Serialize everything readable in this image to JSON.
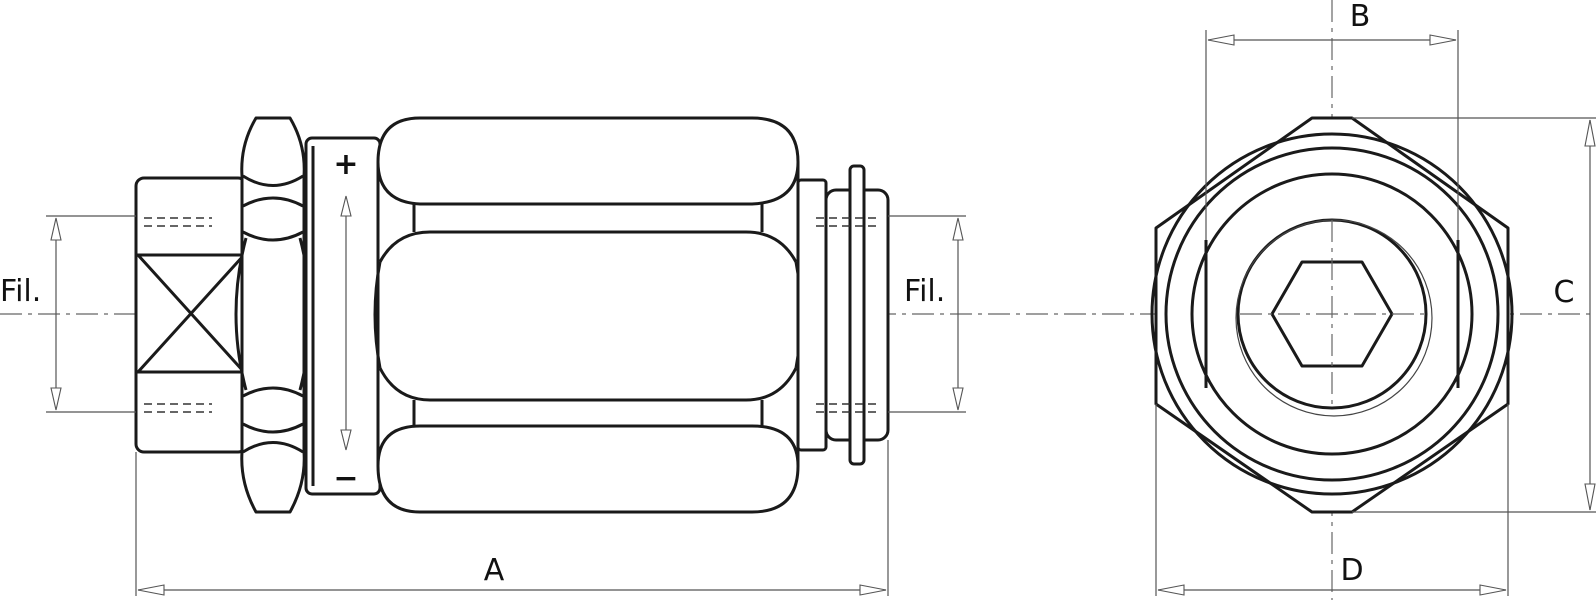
{
  "labels": {
    "fil_left": "Fil.",
    "fil_right": "Fil.",
    "dim_a": "A",
    "dim_b": "B",
    "dim_c": "C",
    "dim_d": "D",
    "plus": "+",
    "minus": "−"
  },
  "colors": {
    "line": "#1a1a1a",
    "dimension": "#555555",
    "background": "#ffffff"
  }
}
